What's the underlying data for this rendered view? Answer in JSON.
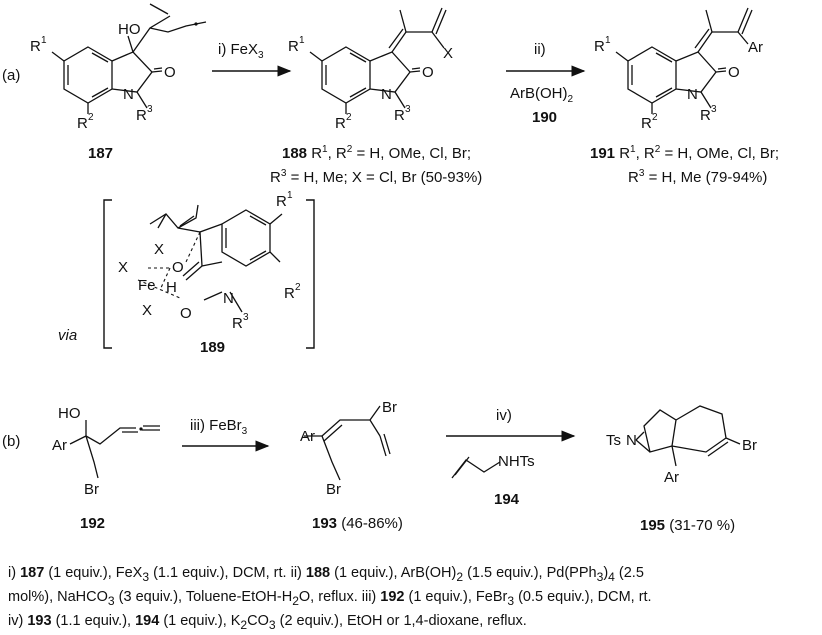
{
  "labels": {
    "part_a": "(a)",
    "part_b": "(b)",
    "via": "via"
  },
  "atoms": {
    "HO": "HO",
    "N": "N",
    "O": "O",
    "X": "X",
    "Ar": "Ar",
    "Br": "Br",
    "Fe": "Fe",
    "H": "H",
    "Ts": "Ts",
    "NHTs": "NHTs",
    "R": "R",
    "s1": "1",
    "s2": "2",
    "s3": "3"
  },
  "arrows": {
    "a1_top": "i) FeX",
    "a1_top_sub": "3",
    "a2_top": "ii)",
    "a2_bottom_1": "ArB(OH)",
    "a2_bottom_1_sub": "2",
    "a2_bottom_2": "190",
    "b1_top": "iii) FeBr",
    "b1_top_sub": "3",
    "b2_top": "iv)",
    "b2_bottom": "194"
  },
  "compounds": {
    "c187": "187",
    "c188_num": "188",
    "c188_line1": " R, R = H, OMe, Cl, Br;",
    "c188_line2": "R = H, Me; X = Cl, Br (50-93%)",
    "c191_num": "191",
    "c191_line1": " R, R = H, OMe, Cl, Br;",
    "c191_line2": "R = H, Me (79-94%)",
    "c189": "189",
    "c192": "192",
    "c193_num": "193",
    "c193_yield": " (46-86%)",
    "c195_num": "195",
    "c195_yield": " (31-70 %)"
  },
  "conditions": {
    "i_prefix": "i) ",
    "i_187": "187",
    "i_text": " (1 equiv.), FeX",
    "i_sub": "3",
    "i_text2": " (1.1 equiv.), DCM, rt. ii) ",
    "ii_188": "188",
    "ii_text": " (1 equiv.), ArB(OH)",
    "ii_sub": "2",
    "ii_text2": " (1.5 equiv.), Pd(PPh",
    "ii_sub2": "3",
    "ii_text3": ")",
    "ii_sub3": "4",
    "ii_text4": " (2.5",
    "line2_a": "mol%), NaHCO",
    "line2_sub": "3",
    "line2_b": " (3 equiv.), Toluene-EtOH-H",
    "line2_sub2": "2",
    "line2_c": "O, reflux. iii) ",
    "iii_192": "192",
    "iii_text": " (1 equiv.), FeBr",
    "iii_sub": "3",
    "iii_text2": " (0.5 equiv.), DCM, rt.",
    "iv_prefix": "iv) ",
    "iv_193": "193",
    "iv_text": " (1.1 equiv.), ",
    "iv_194": "194",
    "iv_text2": " (1 equiv.), K",
    "iv_sub": "2",
    "iv_text3": "CO",
    "iv_sub2": "3",
    "iv_text4": " (2 equiv.), EtOH or 1,4-dioxane, reflux."
  }
}
